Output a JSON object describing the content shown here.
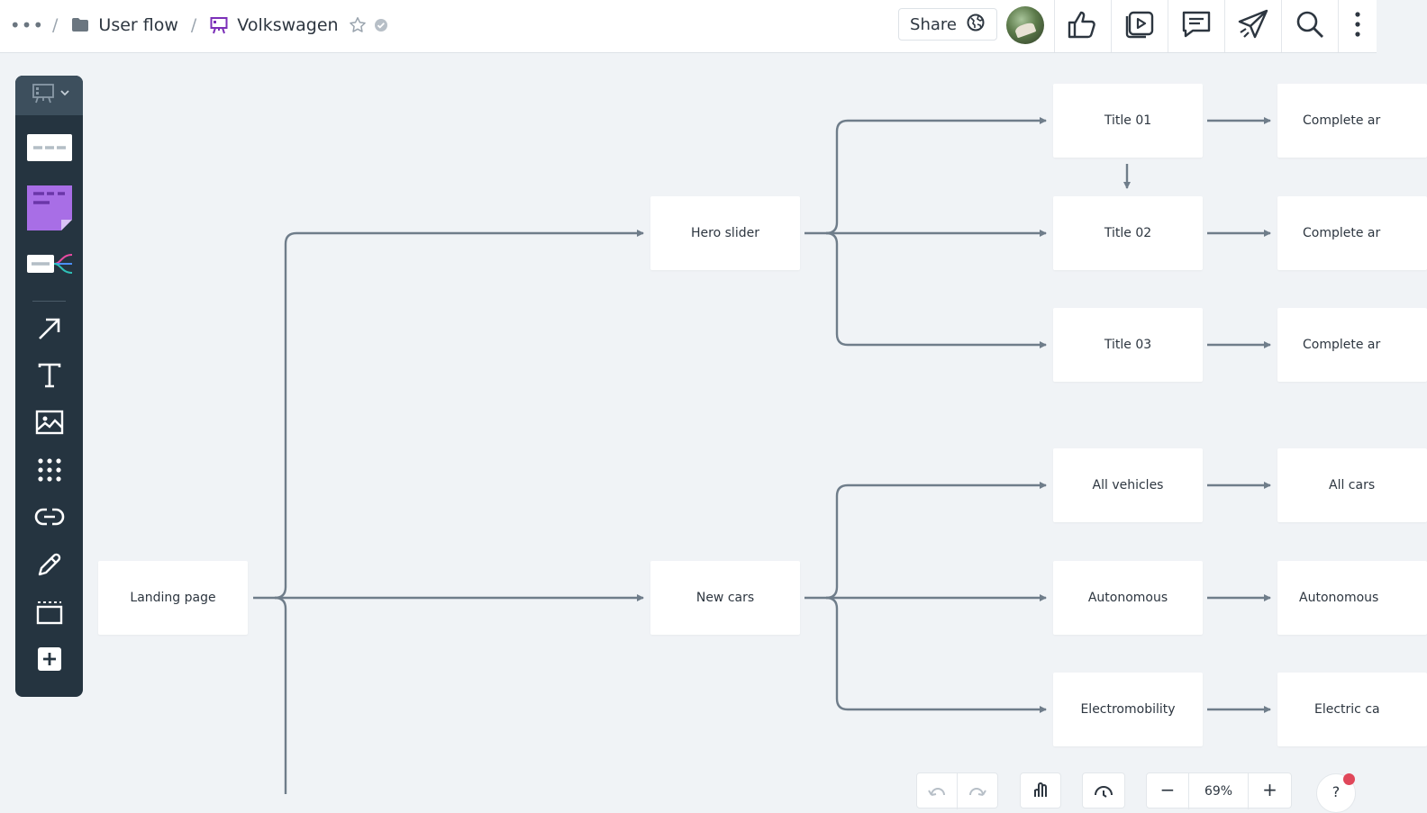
{
  "breadcrumb": {
    "more": "•••",
    "separator": "/",
    "folder": "User flow",
    "board": "Volkswagen"
  },
  "header": {
    "share_label": "Share",
    "actions": [
      "like",
      "present",
      "comments",
      "send",
      "search",
      "more"
    ]
  },
  "toolbar": {
    "tools": [
      "board-selector",
      "card",
      "sticky-note",
      "mind-map",
      "arrow",
      "text",
      "image",
      "apps",
      "link",
      "pen",
      "frame",
      "add"
    ]
  },
  "canvas": {
    "nodes": {
      "landing": "Landing page",
      "hero": "Hero slider",
      "new_cars": "New cars",
      "title01": "Title 01",
      "title02": "Title 02",
      "title03": "Title 03",
      "all_vehicles": "All vehicles",
      "autonomous": "Autonomous",
      "electromobility": "Electromobility",
      "complete1": "Complete ar",
      "complete2": "Complete ar",
      "complete3": "Complete ar",
      "all_cars": "All cars",
      "autonomous2": "Autonomous",
      "electric": "Electric ca"
    }
  },
  "bottom": {
    "zoom": "69%",
    "zoom_out": "−",
    "zoom_in": "+",
    "help": "?"
  },
  "colors": {
    "accent": "#7b2fb8",
    "connector": "#6f7d8a",
    "toolbar_bg": "#253440",
    "sticky": "#a86ee6",
    "notification": "#e0475a"
  }
}
